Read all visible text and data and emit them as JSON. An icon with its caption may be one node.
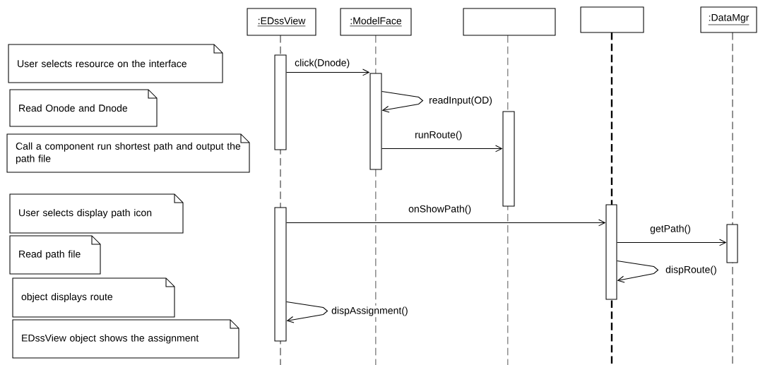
{
  "diagram": {
    "nodes": [
      {
        "text": [
          ":EDssView"
        ]
      },
      {
        "text": [
          ":ModelFace"
        ]
      },
      {
        "text": [],
        "shape": "box"
      },
      {
        "text": [],
        "shape": "box"
      },
      {
        "text": [
          ":DataMgr"
        ]
      },
      {
        "text": [],
        "shape": "bar"
      },
      {
        "text": [],
        "shape": "bar"
      },
      {
        "text": [],
        "shape": "bar"
      },
      {
        "text": [],
        "shape": "bar"
      },
      {
        "text": [],
        "shape": "bar"
      },
      {
        "text": [],
        "shape": "bar"
      },
      {
        "text": [
          "User selects resource on the interface"
        ]
      },
      {
        "text": [
          "Read Onode and Dnode"
        ]
      },
      {
        "text": [
          "Call a component run shortest path and output the path file"
        ]
      },
      {
        "text": [
          "User selects display path icon"
        ]
      },
      {
        "text": [
          "Read path file"
        ]
      },
      {
        "text": [
          "object displays route"
        ]
      },
      {
        "text": [
          "EDssView object shows the assignment"
        ]
      }
    ],
    "edges": [
      {
        "from": 5,
        "to": 6,
        "arrow": "to",
        "label": "click(Dnode)"
      },
      {
        "from": 6,
        "to": 6,
        "arrow": "to",
        "label": "readInput(OD)"
      },
      {
        "from": 6,
        "to": 7,
        "arrow": "to",
        "label": "runRoute()"
      },
      {
        "from": 8,
        "to": 9,
        "arrow": "to",
        "label": "onShowPath()"
      },
      {
        "from": 9,
        "to": 10,
        "arrow": "to",
        "label": "getPath()"
      },
      {
        "from": 9,
        "to": 9,
        "arrow": "to",
        "label": "dispRoute()"
      },
      {
        "from": 8,
        "to": 8,
        "arrow": "to",
        "label": "dispAssignment()"
      }
    ]
  }
}
